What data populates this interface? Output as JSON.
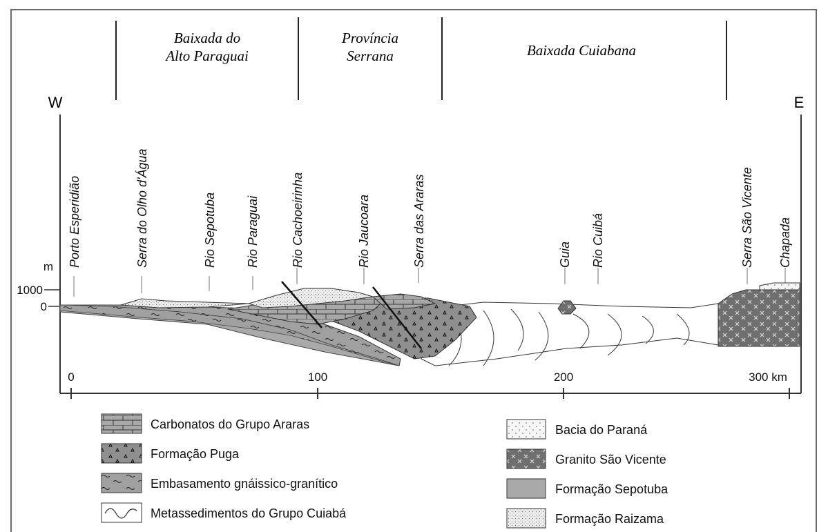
{
  "regions": [
    {
      "lines": [
        "Baixada do",
        "Alto Paraguai"
      ]
    },
    {
      "lines": [
        "Província",
        "Serrana"
      ]
    },
    {
      "lines": [
        "Baixada Cuiabana"
      ]
    }
  ],
  "directions": {
    "west": "W",
    "east": "E"
  },
  "elevation": {
    "unit": "m",
    "labels": [
      "1000",
      "0"
    ]
  },
  "places": [
    "Porto Esperidião",
    "Serra do Olho d'Água",
    "Rio Sepotuba",
    "Rio Paraguai",
    "Rio Cachoeirinha",
    "Rio Jaucoara",
    "Serra das Araras",
    "Guia",
    "Rio Cuibá",
    "Serra São Vicente",
    "Chapada"
  ],
  "distance_axis": {
    "ticks": [
      "0",
      "100",
      "200",
      "300 km"
    ]
  },
  "legend": [
    {
      "label": "Carbonatos do Grupo Araras",
      "pattern": "brick",
      "fill": "#a8a8a8"
    },
    {
      "label": "Formação Puga",
      "pattern": "triangles",
      "fill": "#8f8f8f"
    },
    {
      "label": "Embasamento gnáissico-granítico",
      "pattern": "waves",
      "fill": "#a0a0a0"
    },
    {
      "label": "Metassedimentos do Grupo Cuiabá",
      "pattern": "curves",
      "fill": "#ffffff"
    },
    {
      "label": "Bacia do Paraná",
      "pattern": "dots-sparse",
      "fill": "#f6f6f6"
    },
    {
      "label": "Granito São Vicente",
      "pattern": "crosses",
      "fill": "#777777"
    },
    {
      "label": "Formação Sepotuba",
      "pattern": "solid",
      "fill": "#a9a9a9"
    },
    {
      "label": "Formação Raizama",
      "pattern": "dots-dense",
      "fill": "#e9e9e9"
    }
  ]
}
